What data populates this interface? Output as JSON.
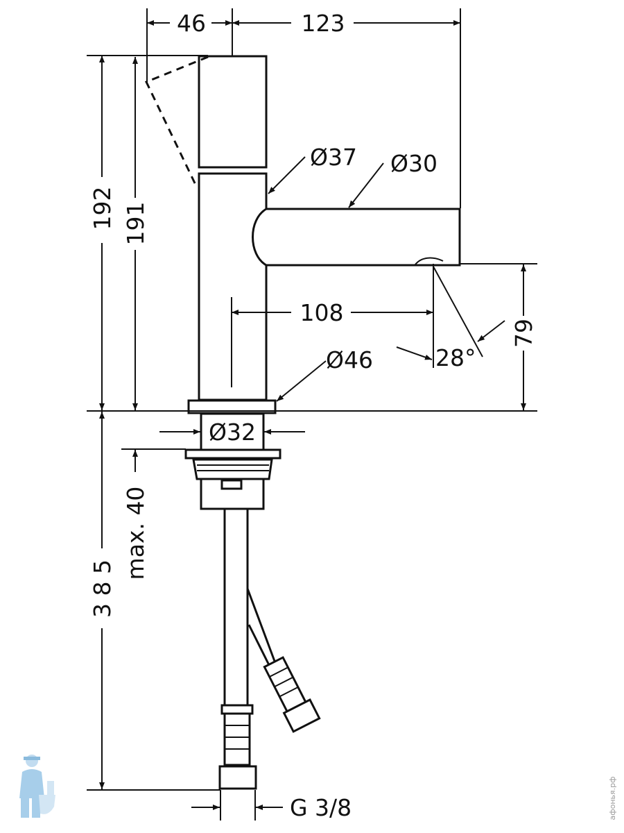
{
  "dimensions": {
    "top_width_1": "46",
    "top_width_2": "123",
    "height_192": "192",
    "height_191": "191",
    "diameter_37": "Ø37",
    "diameter_30": "Ø30",
    "spout_reach": "108",
    "spout_angle": "28°",
    "outlet_height": "79",
    "diameter_46": "Ø46",
    "diameter_32": "Ø32",
    "max_40": "max. 40",
    "total_385": "3 8 5",
    "connection": "G 3/8"
  },
  "watermark": {
    "vertical_text": "афонья.рф",
    "logo_icon": "plumber-with-toilet-icon"
  },
  "colors": {
    "line": "#111111",
    "background": "#ffffff",
    "watermark": "#9a9a9a",
    "logo_blue": "#9ec9e8"
  }
}
